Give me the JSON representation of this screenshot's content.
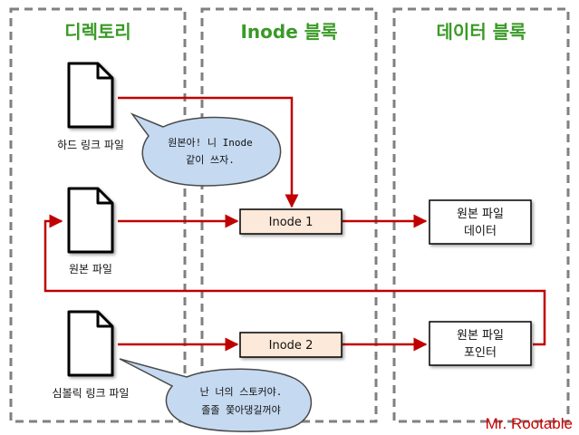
{
  "columns": {
    "directory": "디렉토리",
    "inode_block": "Inode 블록",
    "data_block": "데이터 블록"
  },
  "files": {
    "hard_link": "하드 링크 파일",
    "original": "원본 파일",
    "symbolic_link": "심볼릭 링크 파일"
  },
  "inodes": {
    "inode1": "Inode 1",
    "inode2": "Inode 2"
  },
  "data": {
    "original_data_line1": "원본 파일",
    "original_data_line2": "데이터",
    "original_pointer_line1": "원본 파일",
    "original_pointer_line2": "포인터"
  },
  "bubbles": {
    "hard_line1": "원본아! 니 Inode",
    "hard_line2": "같이 쓰자.",
    "sym_line1": "난 너의 스토커야.",
    "sym_line2": "졸졸 쫓아댕길꺼야"
  },
  "credit": "Mr. Rootable",
  "colors": {
    "title_green": "#3a9a27",
    "arrow_red": "#c00000",
    "inode_fill": "#fde9d9",
    "bubble_fill": "#c5d9f1",
    "credit_red": "#cc0000"
  }
}
